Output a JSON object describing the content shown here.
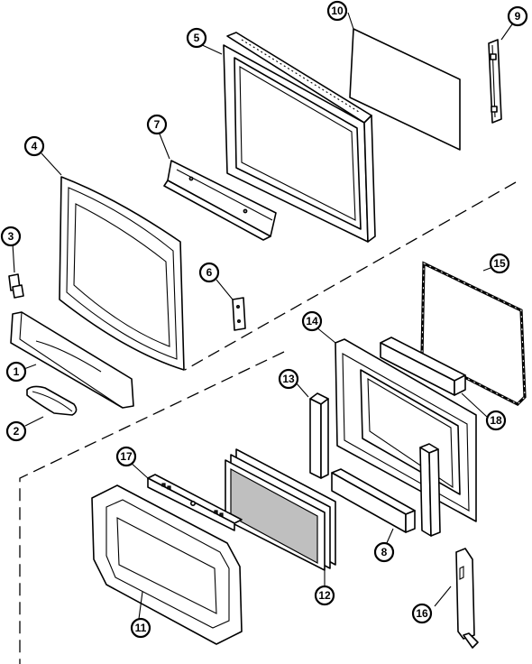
{
  "callouts": {
    "c1": "1",
    "c2": "2",
    "c3": "3",
    "c4": "4",
    "c5": "5",
    "c6": "6",
    "c7": "7",
    "c8": "8",
    "c9": "9",
    "c10": "10",
    "c11": "11",
    "c12": "12",
    "c13": "13",
    "c14": "14",
    "c15": "15",
    "c16": "16",
    "c17": "17",
    "c18": "18"
  },
  "colors": {
    "line": "#000000",
    "background": "#ffffff",
    "shade": "#bfbfbf"
  }
}
